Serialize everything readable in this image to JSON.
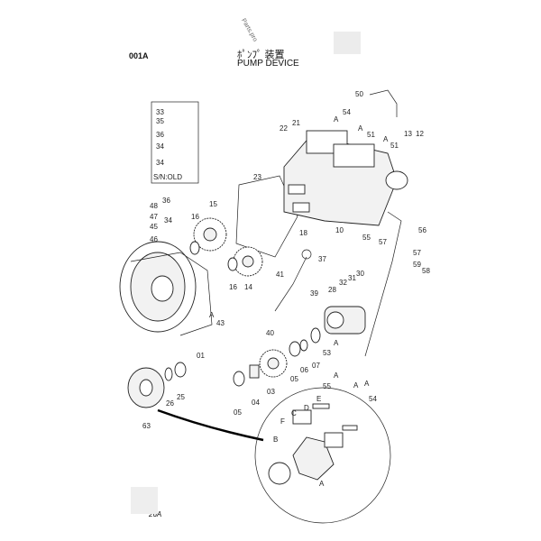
{
  "header": {
    "page_code": "001A",
    "title_jp": "ﾎﾟﾝﾌﾟ 装置",
    "title_en": "PUMP DEVICE",
    "watermark": "Parts.pro",
    "footer_code": "26A"
  },
  "inset_box": {
    "note": "S/N:OLD",
    "labels": [
      "33",
      "35",
      "36",
      "34",
      "34"
    ]
  },
  "callouts": [
    "50",
    "54",
    "A",
    "21",
    "22",
    "51",
    "A",
    "51",
    "A",
    "13",
    "12",
    "23",
    "36",
    "48",
    "47",
    "45",
    "34",
    "46",
    "15",
    "16",
    "18",
    "10",
    "55",
    "56",
    "57",
    "57",
    "59",
    "58",
    "37",
    "41",
    "39",
    "32",
    "31",
    "30",
    "28",
    "16",
    "14",
    "43",
    "A",
    "40",
    "01",
    "A",
    "53",
    "55",
    "A",
    "54",
    "A",
    "07",
    "06",
    "05",
    "03",
    "04",
    "05",
    "25",
    "26",
    "63",
    "E",
    "D",
    "C",
    "F",
    "B",
    "A",
    "A"
  ]
}
